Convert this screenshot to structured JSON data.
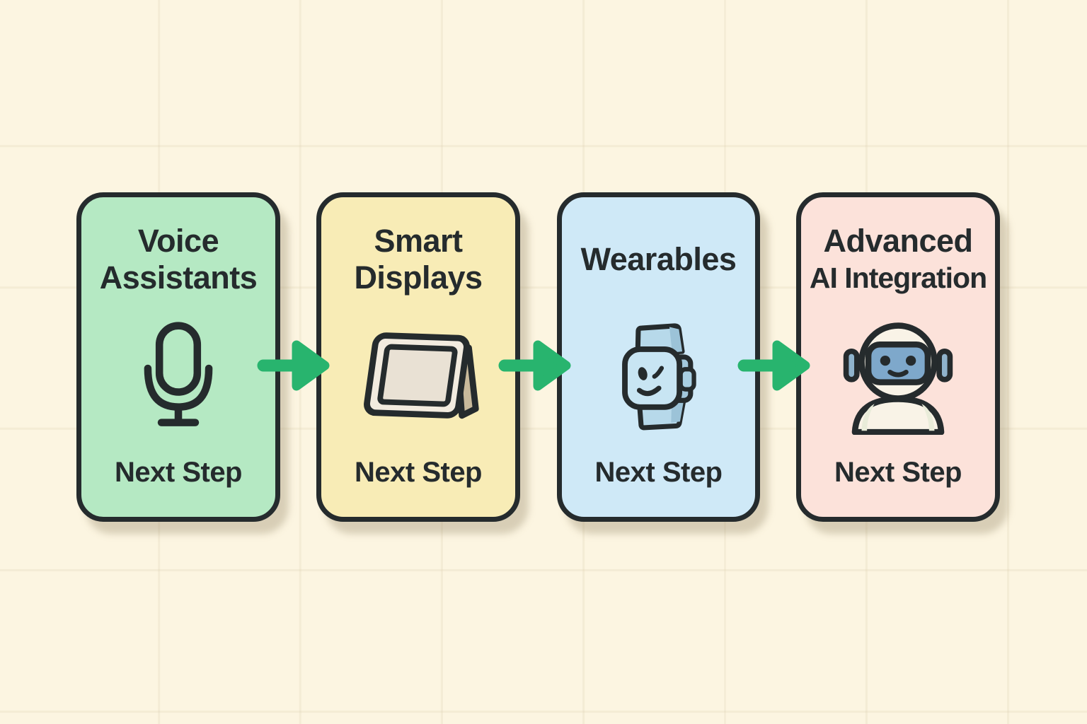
{
  "canvas": {
    "background": "#fcf5e1",
    "grid_line_color": "#cbbc98",
    "outline_color": "#252b2d",
    "connector_color": "#28b46e"
  },
  "flow": {
    "steps": [
      {
        "line1": "Voice",
        "line2": "Assistants",
        "icon": "microphone-icon",
        "color": "#b5e9c3",
        "footer": "Next Step"
      },
      {
        "line1": "Smart",
        "line2": "Displays",
        "icon": "smart-display-icon",
        "color": "#f8ecb6",
        "footer": "Next Step"
      },
      {
        "line1": "Wearables",
        "icon": "smartwatch-icon",
        "color": "#cfe9f7",
        "footer": "Next Step"
      },
      {
        "line1": "Advanced",
        "line2": "AI Integration",
        "icon": "robot-icon",
        "color": "#fce2da",
        "footer": "Next Step"
      }
    ],
    "connectors": [
      {
        "from": "Voice Assistants",
        "to": "Smart Displays"
      },
      {
        "from": "Smart Displays",
        "to": "Wearables"
      },
      {
        "from": "Wearables",
        "to": "Advanced AI Integration"
      }
    ]
  }
}
